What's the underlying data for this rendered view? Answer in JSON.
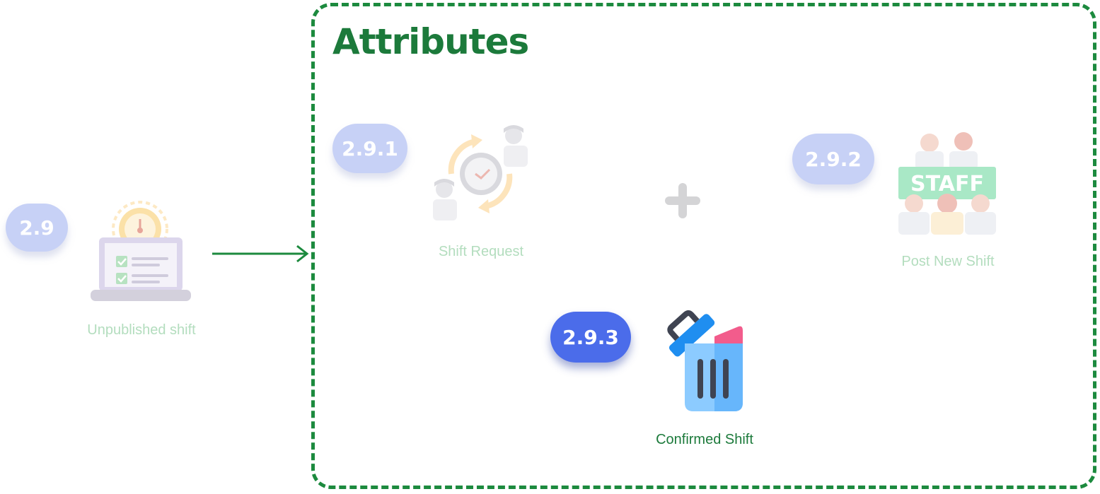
{
  "source_node": {
    "badge": "2.9",
    "label": "Unpublished shift",
    "icon": "laptop-clock-checklist-icon"
  },
  "attributes_group": {
    "title": "Attributes",
    "items": [
      {
        "badge": "2.9.1",
        "label": "Shift Request",
        "icon": "shift-request-icon",
        "state": "faded"
      },
      {
        "badge": "2.9.2",
        "label": "Post New Shift",
        "icon": "staff-icon",
        "state": "faded",
        "icon_text": "STAFF"
      },
      {
        "badge": "2.9.3",
        "label": "Confirmed Shift",
        "icon": "trash-bin-icon",
        "state": "active"
      }
    ],
    "plus_symbol": "+"
  },
  "colors": {
    "accent_green": "#1c7a3b",
    "badge_active": "#4b6cea",
    "badge_faded": "#c7d1f6"
  }
}
